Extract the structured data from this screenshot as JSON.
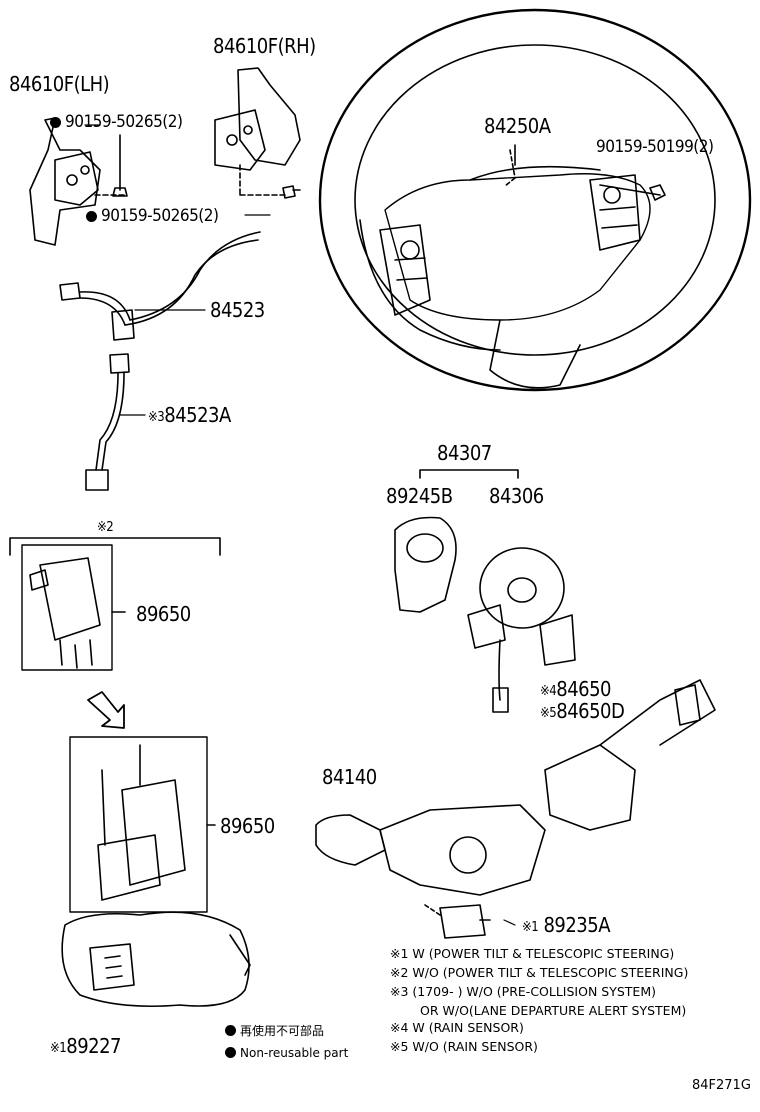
{
  "parts": {
    "p84610f_rh": "84610F(RH)",
    "p84610f_lh": "84610F(LH)",
    "bolt_a": "90159-50265(2)",
    "bolt_b": "90159-50265(2)",
    "p84250a": "84250A",
    "bolt_c": "90159-50199(2)",
    "p84523": "84523",
    "p84523a": "84523A",
    "p84307": "84307",
    "p89245b": "89245B",
    "p84306": "84306",
    "note2_mark": "※2",
    "p89650_a": "89650",
    "p89650_b": "89650",
    "p84650": "84650",
    "p84650d": "84650D",
    "p84140": "84140",
    "p89235a": "89235A",
    "p89227": "89227"
  },
  "marks": {
    "m3": "※3",
    "m4": "※4",
    "m5": "※5",
    "m1a": "※1",
    "m1b": "※1"
  },
  "notes": [
    "※1 W (POWER TILT & TELESCOPIC STEERING)",
    "※2 W/O (POWER TILT & TELESCOPIC STEERING)",
    "※3 (1709-      ) W/O (PRE-COLLISION SYSTEM)",
    "OR W/O(LANE DEPARTURE ALERT SYSTEM)",
    "※4 W (RAIN SENSOR)",
    "※5 W/O (RAIN SENSOR)"
  ],
  "legend": {
    "jp": "再使用不可部品",
    "en": "Non-reusable part"
  },
  "figure_code": "84F271G"
}
